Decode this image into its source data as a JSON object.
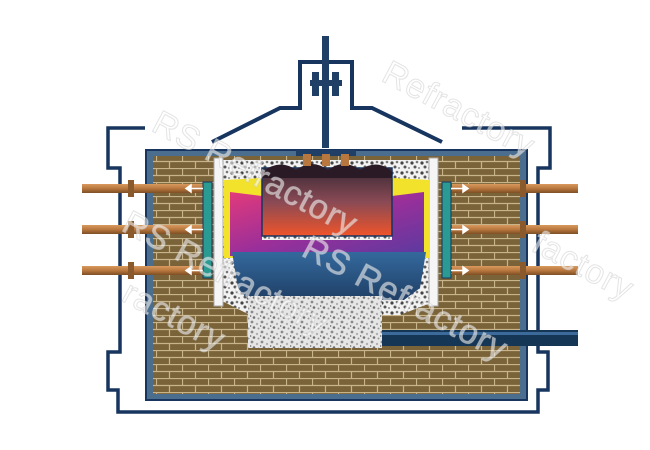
{
  "diagram": {
    "subject": "electric-arc-furnace-cross-section",
    "colors": {
      "outline": "#17355f",
      "shell_fill": "#4b6e8e",
      "brick": "#7a6338",
      "mortar": "#c7b48a",
      "pipe": "#b8773e",
      "pipe_dark": "#8a5a2c",
      "bracket": "#2a9a92",
      "molten_top": "#f05a2a",
      "slag_magenta": "#c0307a",
      "flux_yellow": "#f2e22c",
      "bath_blue": "#2f5f93",
      "charge_dark": "#3a2a35",
      "gravel": "#d9d9d9",
      "tap_pipe": "#163656"
    },
    "icons": [
      "arrow-left-icon",
      "arrow-right-icon",
      "electrode-icon"
    ]
  },
  "watermarks": [
    {
      "text": "RS Refractory"
    },
    {
      "text": "RS Refractory"
    },
    {
      "text": "Refractory"
    },
    {
      "text": "ractory"
    },
    {
      "text": "factory"
    },
    {
      "text": "RS Refractory"
    }
  ]
}
